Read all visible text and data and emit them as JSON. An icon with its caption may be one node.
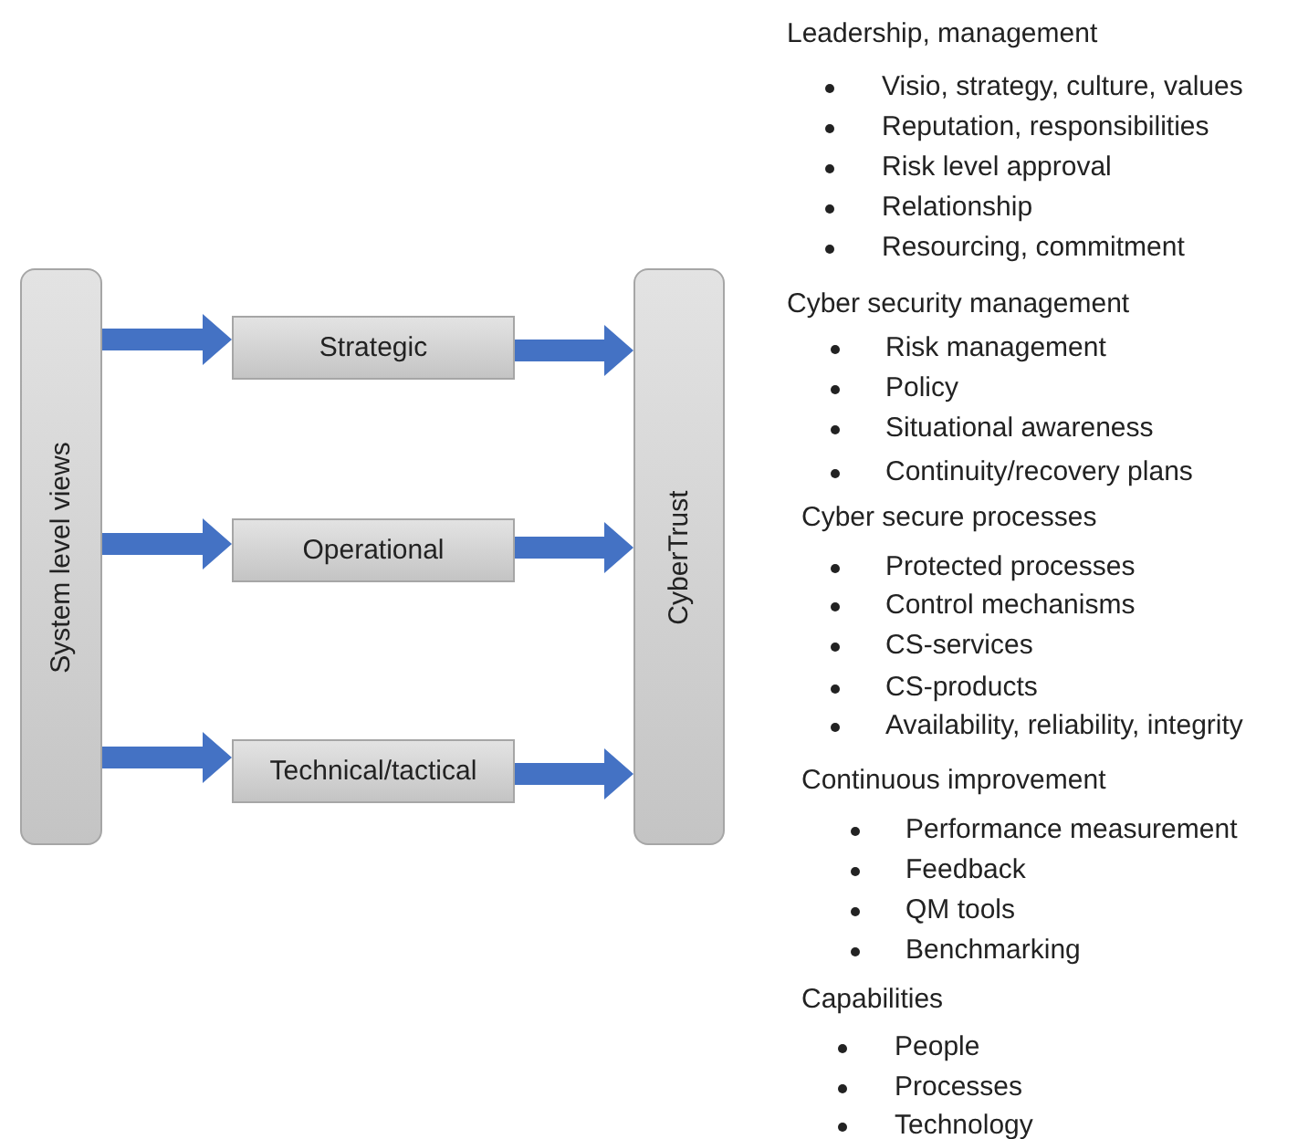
{
  "diagram": {
    "nodes": [
      {
        "text": [
          "System level views"
        ]
      },
      {
        "text": [
          "Strategic"
        ]
      },
      {
        "text": [
          "Operational"
        ]
      },
      {
        "text": [
          "Technical/tactical"
        ]
      },
      {
        "text": [
          "CyberTrust"
        ]
      }
    ],
    "edges": [
      {
        "from": 0,
        "to": 1,
        "arrow": "to"
      },
      {
        "from": 0,
        "to": 2,
        "arrow": "to"
      },
      {
        "from": 0,
        "to": 3,
        "arrow": "to"
      },
      {
        "from": 1,
        "to": 4,
        "arrow": "to"
      },
      {
        "from": 2,
        "to": 4,
        "arrow": "to"
      },
      {
        "from": 3,
        "to": 4,
        "arrow": "to"
      }
    ],
    "labels": [
      "Leadership, management",
      "Visio, strategy, culture, values",
      "Reputation, responsibilities",
      "Risk level approval",
      "Relationship",
      "Resourcing, commitment",
      "Cyber security management",
      "Risk management",
      "Policy",
      "Situational awareness",
      "Continuity/recovery plans",
      "Cyber secure processes",
      "Protected processes",
      "Control mechanisms",
      "CS-services",
      "CS-products",
      "Availability, reliability, integrity",
      "Continuous improvement",
      "Performance measurement",
      "Feedback",
      "QM tools",
      "Benchmarking",
      "Capabilities",
      "People",
      "Processes",
      "Technology"
    ]
  }
}
